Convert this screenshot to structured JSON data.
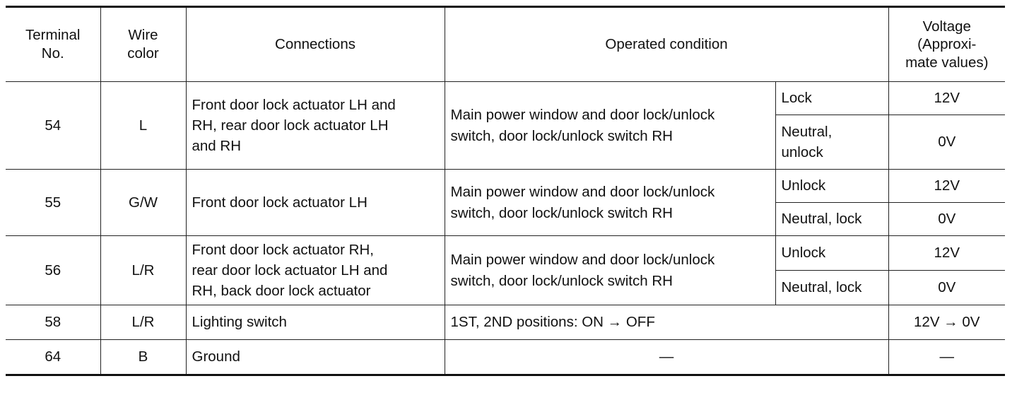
{
  "headers": {
    "terminal": [
      "Terminal",
      "No."
    ],
    "wire": [
      "Wire",
      "color"
    ],
    "connections": "Connections",
    "operated": "Operated condition",
    "voltage": [
      "Voltage",
      "(Approxi-",
      "mate values)"
    ]
  },
  "rows": [
    {
      "terminal": "54",
      "wire": "L",
      "connections": [
        "Front door lock actuator LH and",
        "RH, rear door lock actuator LH",
        "and RH"
      ],
      "condition": [
        "Main power window and door lock/unlock",
        "switch, door lock/unlock switch RH"
      ],
      "states": [
        {
          "state": [
            "Lock"
          ],
          "voltage": "12V"
        },
        {
          "state": [
            "Neutral,",
            "unlock"
          ],
          "voltage": "0V"
        }
      ]
    },
    {
      "terminal": "55",
      "wire": "G/W",
      "connections": [
        "Front door lock actuator LH"
      ],
      "condition": [
        "Main power window and door lock/unlock",
        "switch, door lock/unlock switch RH"
      ],
      "states": [
        {
          "state": [
            "Unlock"
          ],
          "voltage": "12V"
        },
        {
          "state": [
            "Neutral, lock"
          ],
          "voltage": "0V"
        }
      ]
    },
    {
      "terminal": "56",
      "wire": "L/R",
      "connections": [
        "Front door lock actuator RH,",
        "rear door lock actuator LH and",
        "RH, back door lock actuator"
      ],
      "condition": [
        "Main power window and door lock/unlock",
        "switch, door lock/unlock switch RH"
      ],
      "states": [
        {
          "state": [
            "Unlock"
          ],
          "voltage": "12V"
        },
        {
          "state": [
            "Neutral, lock"
          ],
          "voltage": "0V"
        }
      ]
    },
    {
      "terminal": "58",
      "wire": "L/R",
      "connections": "Lighting switch",
      "condition": "1ST, 2ND positions: ON → OFF",
      "voltage": "12V → 0V"
    },
    {
      "terminal": "64",
      "wire": "B",
      "connections": "Ground",
      "condition": "—",
      "voltage": "—"
    }
  ]
}
